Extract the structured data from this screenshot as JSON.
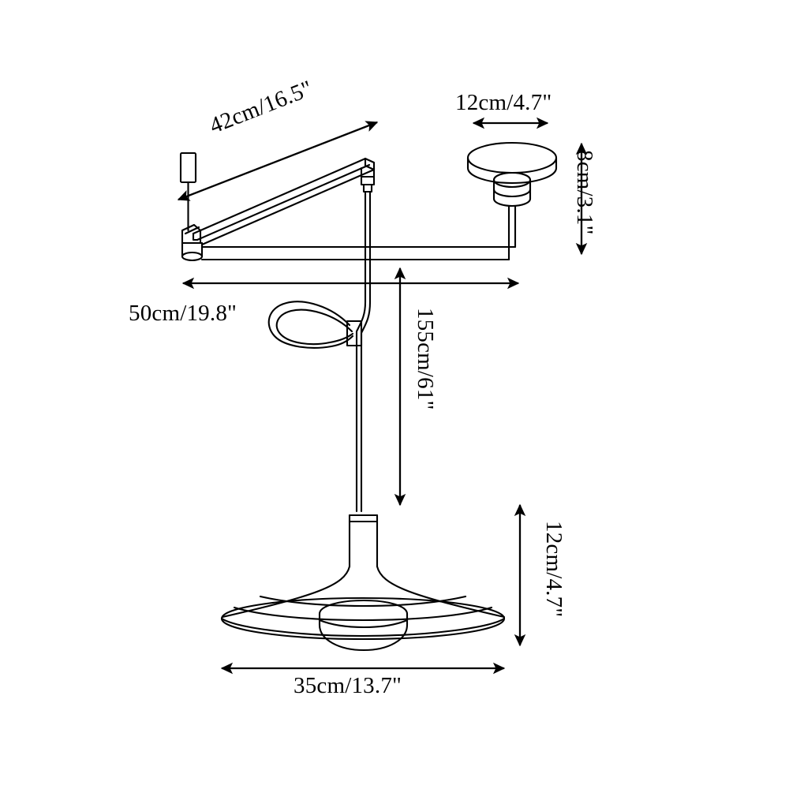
{
  "drawing": {
    "title": "Pendant lamp dimension drawing",
    "subject": "swing-arm ceiling pendant lamp",
    "background_color": "#ffffff",
    "line_color": "#000000",
    "text_color": "#000000"
  },
  "dimensions": {
    "arm_length": "42cm/16.5\"",
    "canopy_width": "12cm/4.7\"",
    "canopy_height": "8cm/3.1\"",
    "reach": "50cm/19.8\"",
    "drop_height": "155cm/61\"",
    "shade_height": "12cm/4.7\"",
    "shade_diameter": "35cm/13.7\""
  },
  "parts": {
    "counterweight": "counterweight-block",
    "pivot": "pivot-cylinder",
    "swing_arm": "swing-arm",
    "horizontal_rod": "horizontal-rod",
    "canopy": "ceiling-canopy",
    "cord": "hanging-cord",
    "cord_loop": "cord-loop-clamp",
    "socket": "lamp-socket",
    "shade": "cone-shade",
    "diffuser": "dome-diffuser"
  }
}
